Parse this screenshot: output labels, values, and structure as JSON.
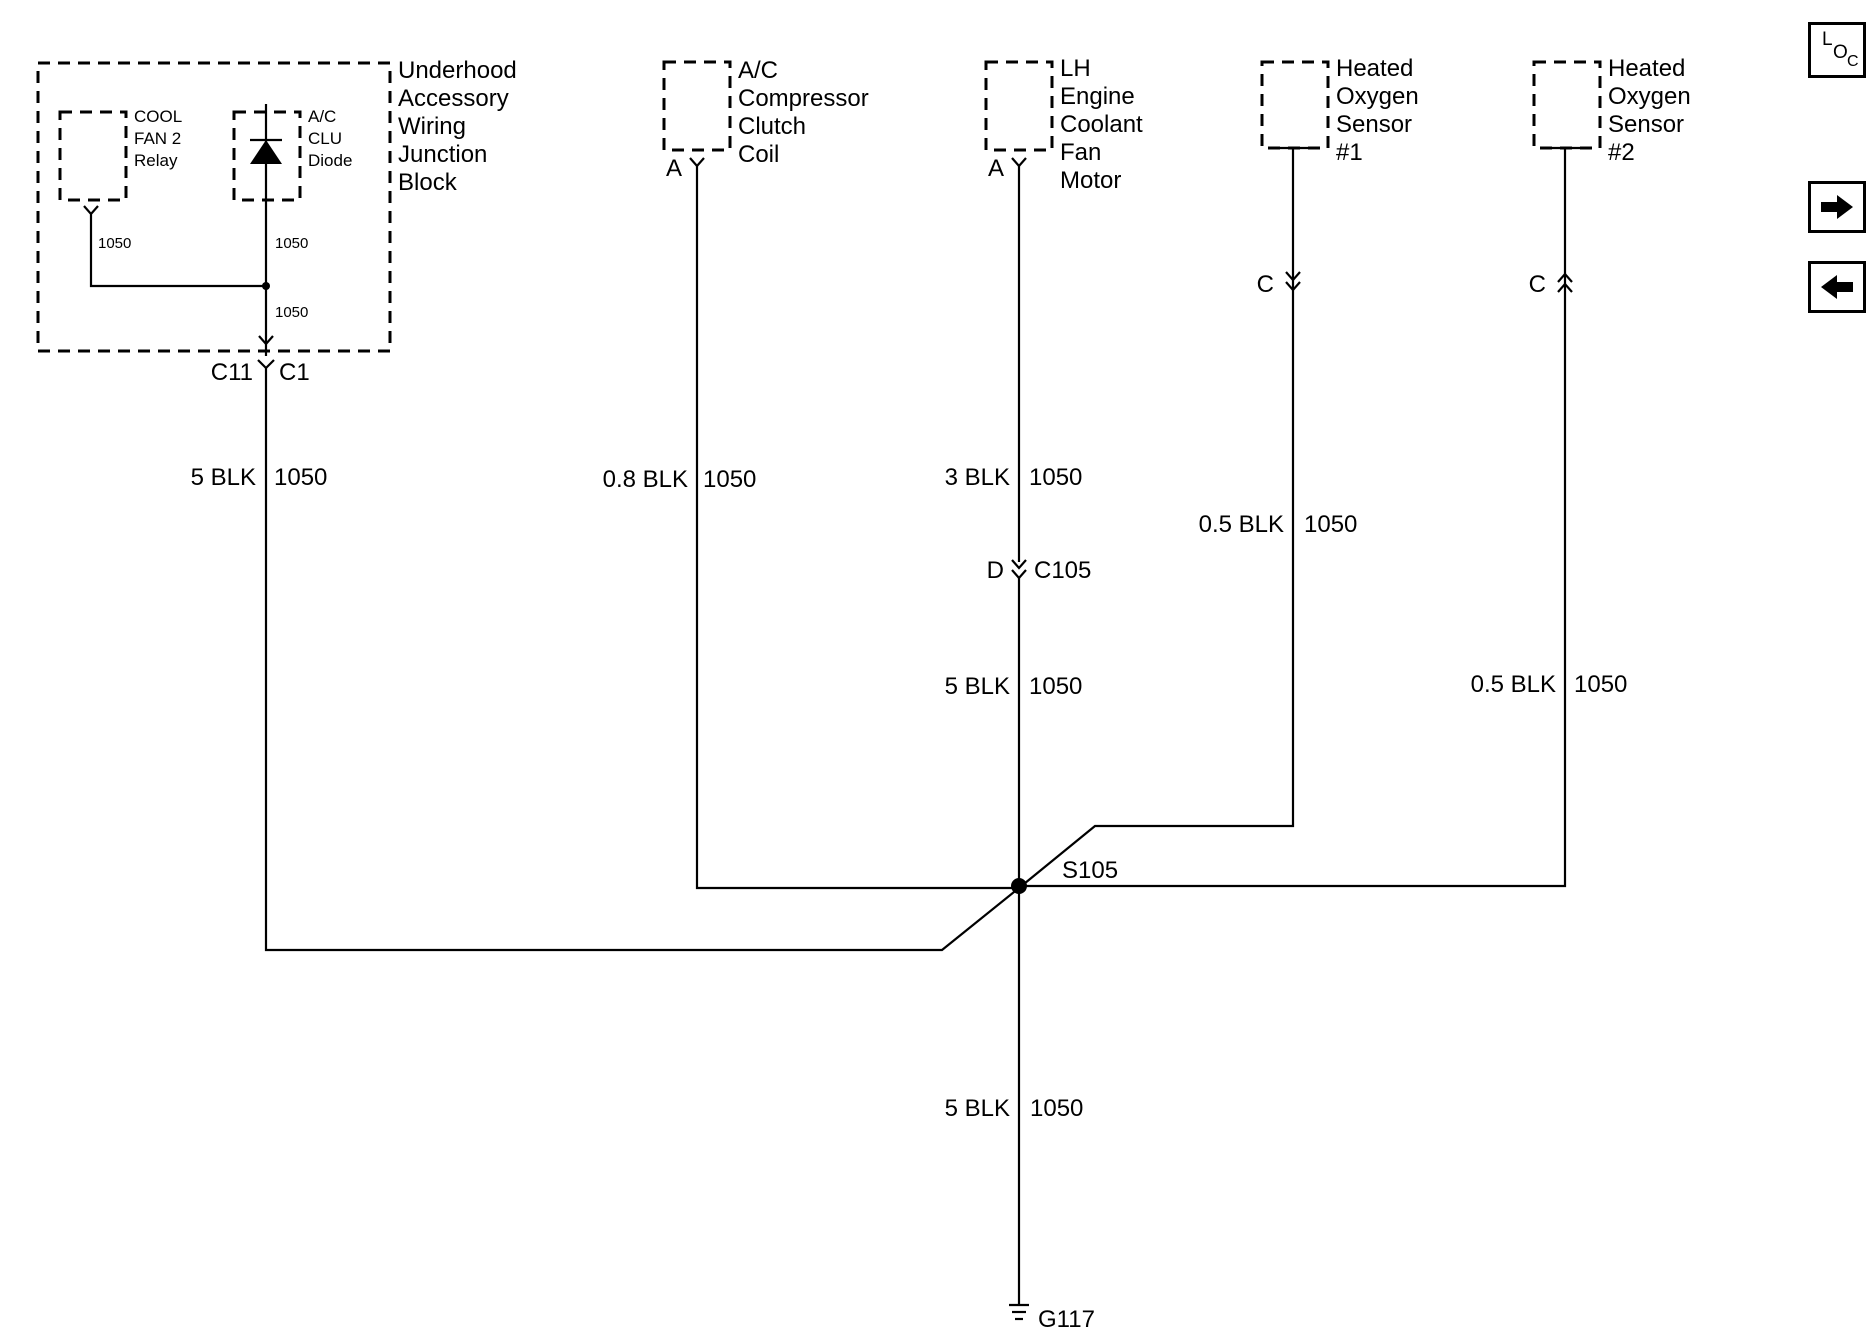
{
  "block": {
    "title_lines": [
      "Underhood",
      "Accessory",
      "Wiring",
      "Junction",
      "Block"
    ],
    "relay_label_lines": [
      "COOL",
      "FAN 2",
      "Relay"
    ],
    "diode_label_lines": [
      "A/C",
      "CLU",
      "Diode"
    ],
    "internal_circuit": "1050",
    "connector_left": "C11",
    "connector_right": "C1"
  },
  "components": [
    {
      "lines": [
        "A/C",
        "Compressor",
        "Clutch",
        "Coil"
      ],
      "pin": "A"
    },
    {
      "lines": [
        "LH",
        "Engine",
        "Coolant",
        "Fan",
        "Motor"
      ],
      "pin": "A"
    },
    {
      "lines": [
        "Heated",
        "Oxygen",
        "Sensor",
        "#1"
      ],
      "pin": "C"
    },
    {
      "lines": [
        "Heated",
        "Oxygen",
        "Sensor",
        "#2"
      ],
      "pin": "C"
    }
  ],
  "wire_labels": [
    {
      "gauge": "5 BLK",
      "circuit": "1050"
    },
    {
      "gauge": "0.8 BLK",
      "circuit": "1050"
    },
    {
      "gauge": "3 BLK",
      "circuit": "1050"
    },
    {
      "gauge": "0.5 BLK",
      "circuit": "1050"
    },
    {
      "gauge": "5 BLK",
      "circuit": "1050"
    },
    {
      "gauge": "0.5 BLK",
      "circuit": "1050"
    },
    {
      "gauge": "5 BLK",
      "circuit": "1050"
    }
  ],
  "inline_connector": {
    "pin": "D",
    "name": "C105"
  },
  "splice": "S105",
  "ground": "G117",
  "nav": {
    "loc_top": "L",
    "loc_mid": "O",
    "loc_sub": "C",
    "next_icon": "right-arrow-icon",
    "prev_icon": "left-arrow-icon"
  }
}
